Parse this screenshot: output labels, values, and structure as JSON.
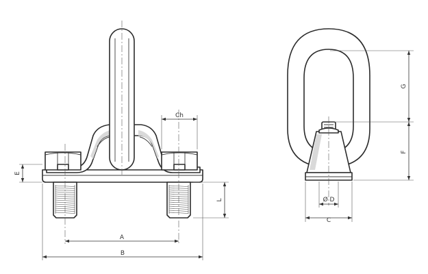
{
  "dimensions": {
    "A": "A",
    "B": "B",
    "Ch": "Ch",
    "E": "E",
    "L": "L",
    "G": "G",
    "F": "F",
    "D": "Ø D",
    "C": "C"
  }
}
